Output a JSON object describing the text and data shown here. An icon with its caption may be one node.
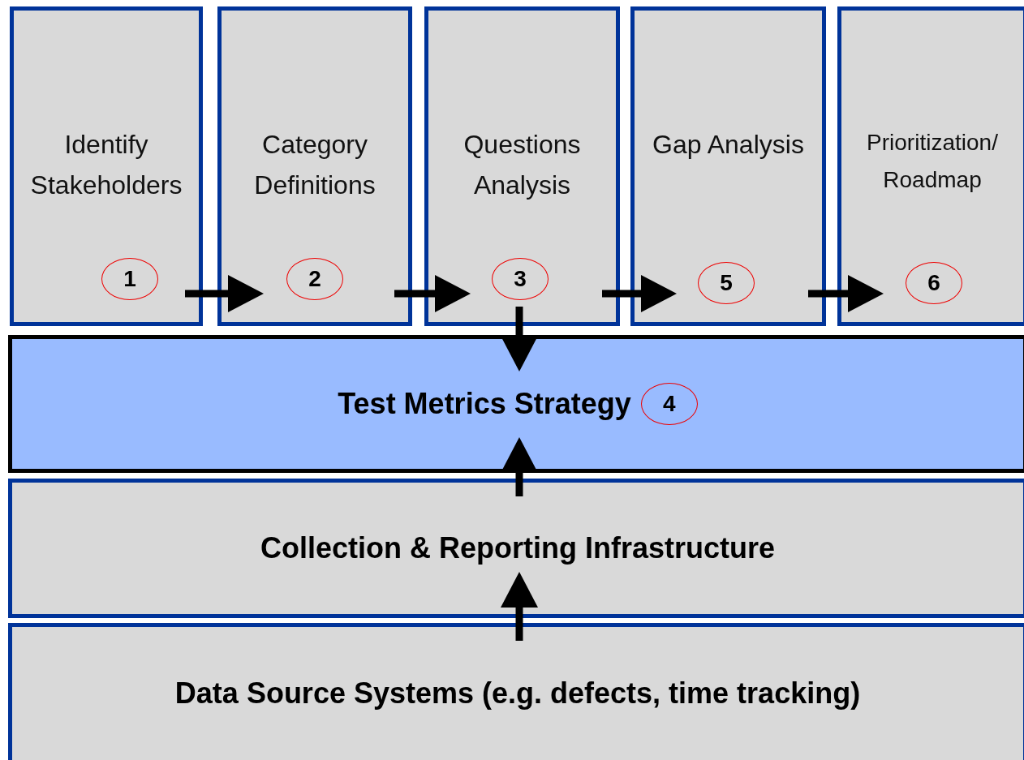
{
  "diagram": {
    "nodes": [
      {
        "text": [
          "Identify Stakeholders",
          "1"
        ]
      },
      {
        "text": [
          "Category Definitions",
          "2"
        ]
      },
      {
        "text": [
          "Questions Analysis",
          "3"
        ]
      },
      {
        "text": [
          "Gap Analysis",
          "5"
        ]
      },
      {
        "text": [
          "Prioritization/ Roadmap",
          "6"
        ]
      },
      {
        "text": [
          "Test Metrics Strategy",
          "4"
        ]
      },
      {
        "text": [
          "Collection & Reporting Infrastructure"
        ]
      },
      {
        "text": [
          "Data Source Systems (e.g. defects, time tracking)"
        ]
      }
    ],
    "edges": [
      {
        "from": 0,
        "to": 1,
        "arrow": "to"
      },
      {
        "from": 1,
        "to": 2,
        "arrow": "to"
      },
      {
        "from": 2,
        "to": 3,
        "arrow": "to"
      },
      {
        "from": 3,
        "to": 4,
        "arrow": "to"
      },
      {
        "from": 2,
        "to": 5,
        "arrow": "to"
      },
      {
        "from": 6,
        "to": 5,
        "arrow": "to"
      },
      {
        "from": 7,
        "to": 6,
        "arrow": "to"
      }
    ]
  }
}
